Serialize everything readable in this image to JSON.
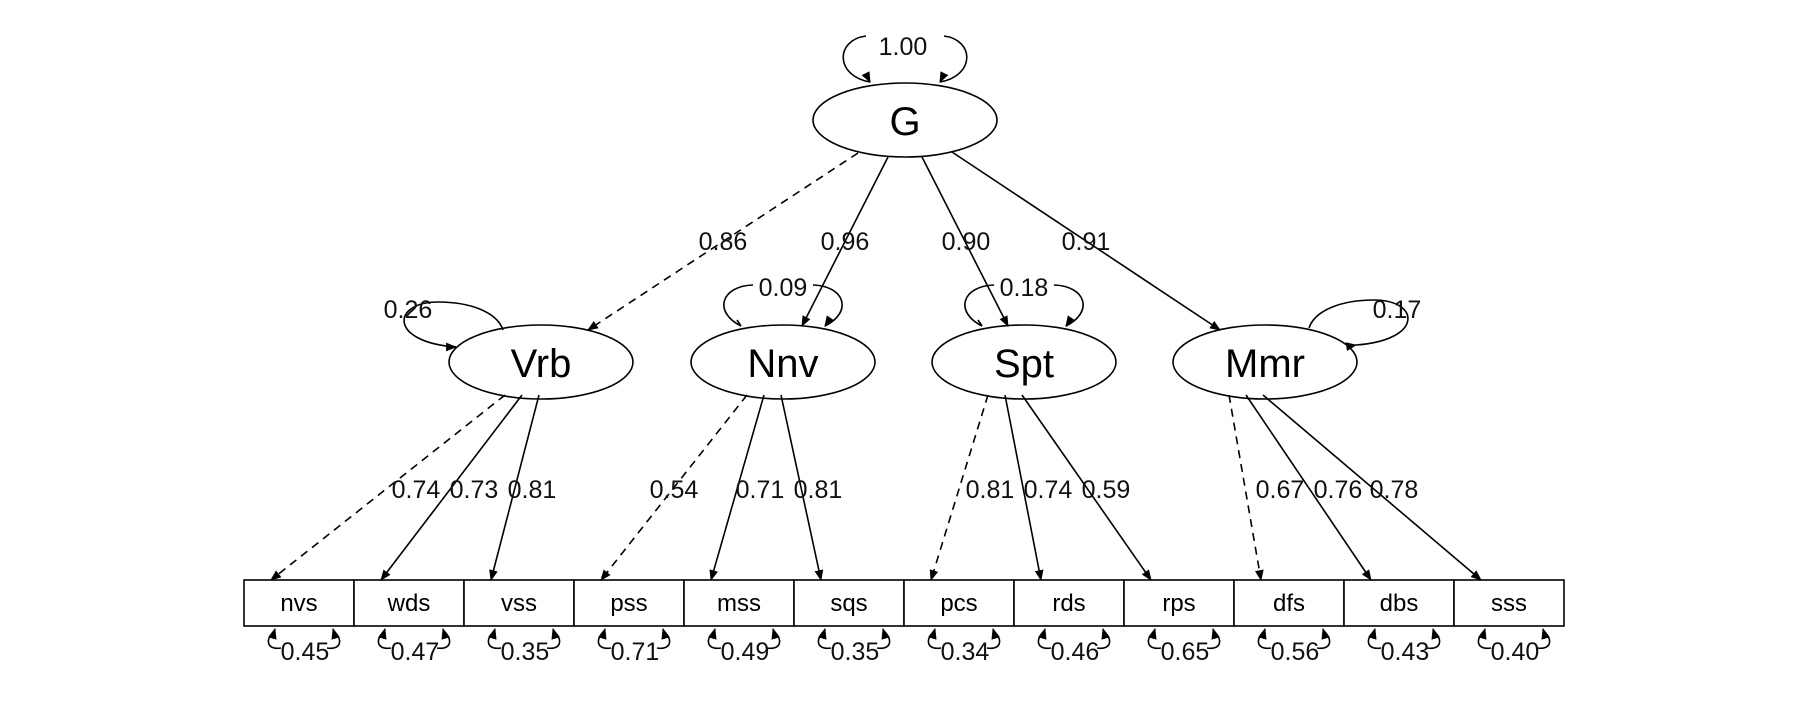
{
  "diagram": {
    "general_factor": {
      "name": "G",
      "variance": "1.00"
    },
    "factors": [
      {
        "name": "Vrb",
        "loading_from_g": "0.86",
        "residual": "0.26"
      },
      {
        "name": "Nnv",
        "loading_from_g": "0.96",
        "residual": "0.09"
      },
      {
        "name": "Spt",
        "loading_from_g": "0.90",
        "residual": "0.18"
      },
      {
        "name": "Mmr",
        "loading_from_g": "0.91",
        "residual": "0.17"
      }
    ],
    "indicators": [
      {
        "name": "nvs",
        "factor": "Vrb",
        "loading": "0.74",
        "error": "0.45",
        "fixed": true
      },
      {
        "name": "wds",
        "factor": "Vrb",
        "loading": "0.73",
        "error": "0.47",
        "fixed": false
      },
      {
        "name": "vss",
        "factor": "Vrb",
        "loading": "0.81",
        "error": "0.35",
        "fixed": false
      },
      {
        "name": "pss",
        "factor": "Nnv",
        "loading": "0.54",
        "error": "0.71",
        "fixed": true
      },
      {
        "name": "mss",
        "factor": "Nnv",
        "loading": "0.71",
        "error": "0.49",
        "fixed": false
      },
      {
        "name": "sqs",
        "factor": "Nnv",
        "loading": "0.81",
        "error": "0.35",
        "fixed": false
      },
      {
        "name": "pcs",
        "factor": "Spt",
        "loading": "0.81",
        "error": "0.34",
        "fixed": true
      },
      {
        "name": "rds",
        "factor": "Spt",
        "loading": "0.74",
        "error": "0.46",
        "fixed": false
      },
      {
        "name": "rps",
        "factor": "Spt",
        "loading": "0.59",
        "error": "0.65",
        "fixed": false
      },
      {
        "name": "dfs",
        "factor": "Mmr",
        "loading": "0.67",
        "error": "0.56",
        "fixed": true
      },
      {
        "name": "dbs",
        "factor": "Mmr",
        "loading": "0.76",
        "error": "0.43",
        "fixed": false
      },
      {
        "name": "sss",
        "factor": "Mmr",
        "loading": "0.78",
        "error": "0.40",
        "fixed": false
      }
    ]
  }
}
